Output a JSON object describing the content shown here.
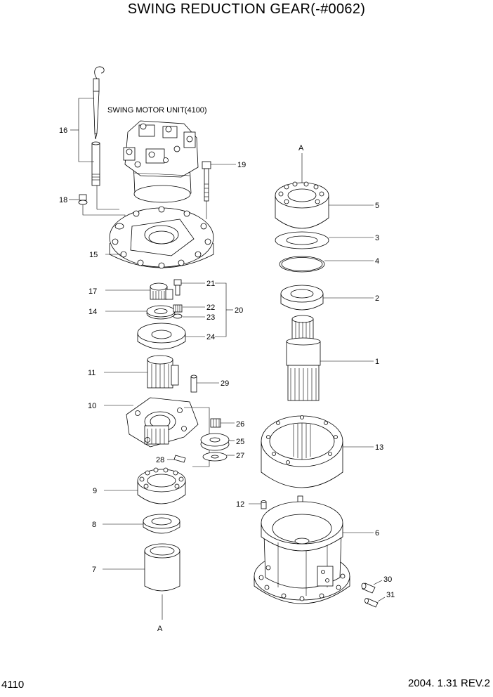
{
  "title": "SWING REDUCTION GEAR(-#0062)",
  "page_number": "4110",
  "revision": "2004. 1.31 REV.2",
  "subassembly_label": "SWING MOTOR UNIT(4100)",
  "ref_marks": {
    "top": "A",
    "bottom": "A"
  },
  "callouts": {
    "c1": "1",
    "c2": "2",
    "c3": "3",
    "c4": "4",
    "c5": "5",
    "c6": "6",
    "c7": "7",
    "c8": "8",
    "c9": "9",
    "c10": "10",
    "c11": "11",
    "c12": "12",
    "c13": "13",
    "c14": "14",
    "c15": "15",
    "c16": "16",
    "c17": "17",
    "c18": "18",
    "c19": "19",
    "c20": "20",
    "c21": "21",
    "c22": "22",
    "c23": "23",
    "c24": "24",
    "c25": "25",
    "c26": "26",
    "c27": "27",
    "c28": "28",
    "c29": "29",
    "c30": "30",
    "c31": "31"
  }
}
